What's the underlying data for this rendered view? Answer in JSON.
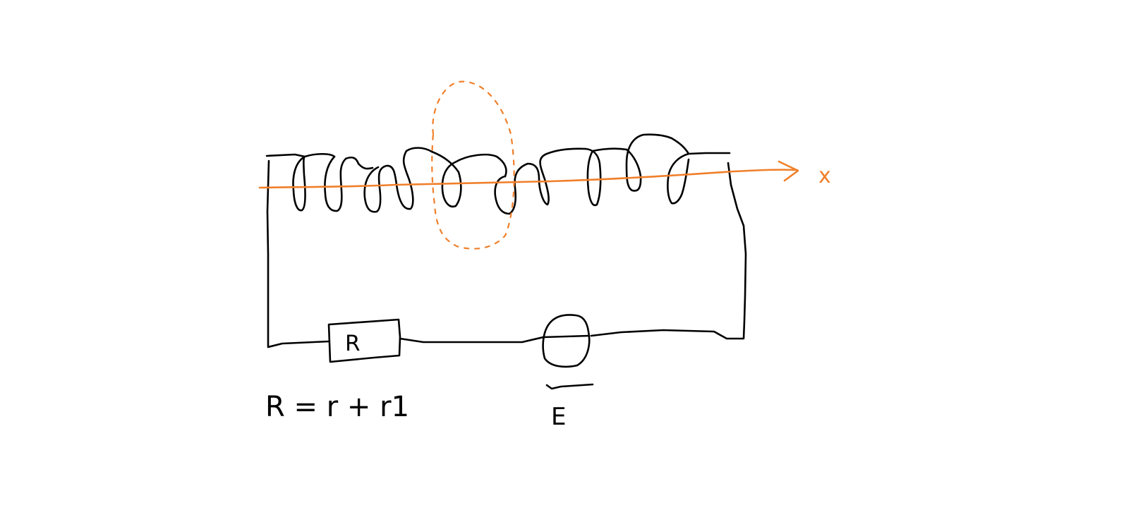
{
  "diagram": {
    "resistor_label": "R",
    "equation": "R = r + r1",
    "emf_label": "E",
    "axis_label": "x",
    "colors": {
      "wire": "#000000",
      "axis": "#f07f2a",
      "background": "#ffffff"
    },
    "components": [
      "solenoid-coil",
      "resistor",
      "emf-source",
      "x-axis",
      "loop-contour"
    ]
  }
}
